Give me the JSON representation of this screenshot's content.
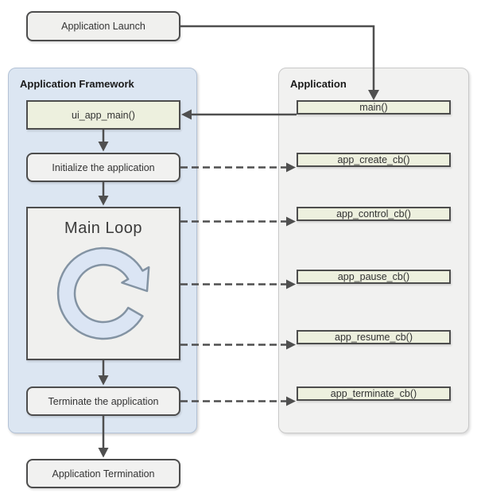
{
  "nodes": {
    "launch": "Application Launch",
    "termination": "Application Termination"
  },
  "framework": {
    "title": "Application Framework",
    "ui_app_main": "ui_app_main()",
    "initialize": "Initialize the application",
    "main_loop": "Main Loop",
    "terminate": "Terminate the application"
  },
  "application": {
    "title": "Application",
    "main": "main()",
    "callbacks": [
      "app_create_cb()",
      "app_control_cb()",
      "app_pause_cb()",
      "app_resume_cb()",
      "app_terminate_cb()"
    ]
  },
  "icons": {
    "loop": "clockwise-cycle-arrow"
  },
  "colors": {
    "framework_panel_bg": "#dce6f2",
    "framework_panel_border": "#b3c2d6",
    "application_panel_bg": "#f1f1f0",
    "application_panel_border": "#c9c9c9",
    "callback_box_bg": "#edf0de",
    "process_box_bg": "#f0f0ee",
    "box_border": "#4d4d4d",
    "arrow": "#4f4f4f",
    "loop_icon_fill": "#dbe5f4",
    "loop_icon_stroke": "#8393a3"
  }
}
